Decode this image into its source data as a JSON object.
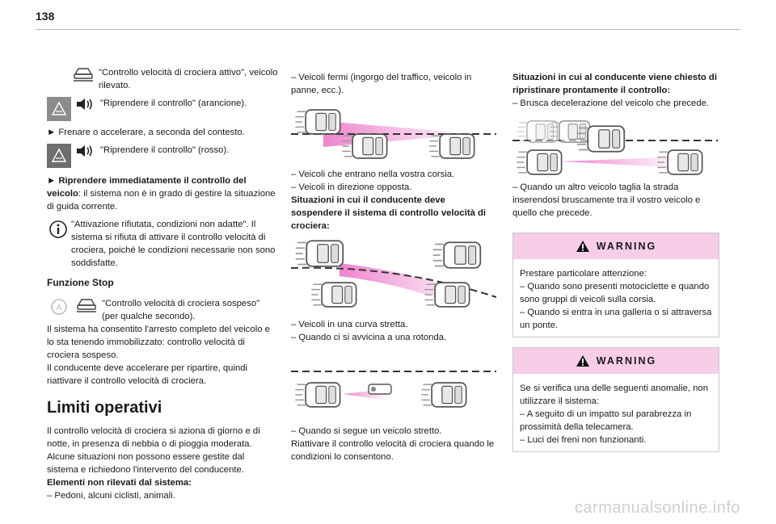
{
  "page": {
    "number": "138"
  },
  "col1": {
    "p1": "\"Controllo velocità di crociera attivo\", veicolo rilevato.",
    "p2": "\"Riprendere il controllo\" (arancione).",
    "p3": "► Frenare o accelerare, a seconda del contesto.",
    "p4": "\"Riprendere il controllo\" (rosso).",
    "p5_bold": "► Riprendere immediatamente il controllo del veicolo",
    "p5_rest": ": il sistema non è in grado di gestire la situazione di guida corrente.",
    "p6": "\"Attivazione rifiutata, condizioni non adatte\". Il sistema si rifiuta di attivare il controllo velocità di crociera, poiché le condizioni necessarie non sono soddisfatte.",
    "stop_title": "Funzione Stop",
    "p7": "\"Controllo velocità di crociera sospeso\" (per qualche secondo).",
    "p8": "Il sistema ha consentito l'arresto completo del veicolo e lo sta tenendo immobilizzato: controllo velocità di crociera sospeso.",
    "p9": "Il conducente deve accelerare per ripartire, quindi riattivare il controllo velocità di crociera.",
    "section_title": "Limiti operativi",
    "p10": "Il controllo velocità di crociera si aziona di giorno e di notte, in presenza di nebbia o di pioggia moderata.",
    "p11": "Alcune situazioni non possono essere gestite dal sistema e richiedono l'intervento del conducente.",
    "p12_title": "Elementi non rilevati dal sistema:",
    "p13": "– Pedoni, alcuni ciclisti, animali."
  },
  "col2": {
    "p1": "– Veicoli fermi (ingorgo del traffico, veicolo in panne, ecc.).",
    "p2": "– Veicoli che entrano nella vostra corsia.",
    "p3": "– Veicoli in direzione opposta.",
    "p4_title": "Situazioni in cui il conducente deve sospendere il sistema di controllo velocità di crociera:",
    "p5": "– Veicoli in una curva stretta.",
    "p6": "– Quando ci si avvicina a una rotonda.",
    "p7": "– Quando si segue un veicolo stretto.",
    "p8": "Riattivare il controllo velocità di crociera quando le condizioni lo consentono."
  },
  "col3": {
    "p1_title": "Situazioni in cui al conducente viene chiesto di ripristinare prontamente il controllo:",
    "p2": "– Brusca decelerazione del veicolo che precede.",
    "p3": "– Quando un altro veicolo taglia la strada inserendosi bruscamente tra il vostro veicolo e quello che precede.",
    "warning1": {
      "title": "WARNING",
      "l1": "Prestare particolare attenzione:",
      "l2": "– Quando sono presenti motociclette e quando sono gruppi di veicoli sulla corsia.",
      "l3": "– Quando si entra in una galleria o si attraversa un ponte."
    },
    "warning2": {
      "title": "WARNING",
      "l1": "Se si verifica una delle seguenti anomalie, non utilizzare il sistema:",
      "l2": "– A seguito di un impatto sul parabrezza in prossimità della telecamera.",
      "l3": "– Luci dei freni non funzionanti."
    }
  },
  "watermark": "carmanualsonline.info",
  "icons": [
    "car-ahead-icon",
    "alert-gray-icon",
    "sound-icon",
    "acc-grayed-icon",
    "info-icon",
    "warning-triangle-icon"
  ],
  "colors": {
    "magenta": "#e646b4",
    "warning_head": "#f7cde8",
    "rule": "#b8b8b8"
  }
}
